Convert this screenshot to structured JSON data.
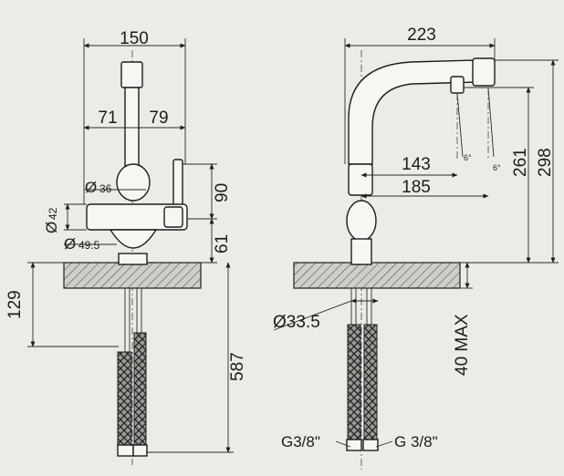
{
  "views": {
    "front": {
      "dims": {
        "total_width": "150",
        "left_offset": "71",
        "right_offset": "79",
        "dia_handle": "36",
        "dia_body": "42",
        "dia_base": "49.5",
        "h_handle": "90",
        "h_base": "61",
        "h_counter": "129",
        "h_hose": "587"
      },
      "dia_symbol": "Ø"
    },
    "side": {
      "dims": {
        "reach": "223",
        "h_total": "298",
        "h_spout": "261",
        "reach_inner": "143",
        "reach_outer": "185",
        "angle_1": "6°",
        "angle_2": "6°",
        "dia_hole": "Ø33.5",
        "max_thickness": "40 MAX",
        "conn_left": "G3/8\"",
        "conn_right": "G 3/8\""
      }
    }
  }
}
